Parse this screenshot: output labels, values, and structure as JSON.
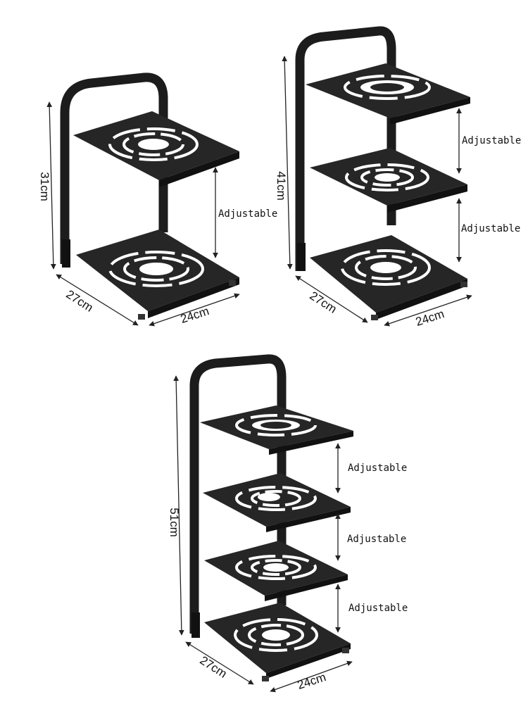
{
  "racks": [
    {
      "tiers": 2,
      "height_label": "31cm",
      "depth_label": "27cm",
      "width_label": "24cm",
      "adjustable_labels": [
        "Adjustable"
      ]
    },
    {
      "tiers": 3,
      "height_label": "41cm",
      "depth_label": "27cm",
      "width_label": "24cm",
      "adjustable_labels": [
        "Adjustable",
        "Adjustable"
      ]
    },
    {
      "tiers": 4,
      "height_label": "51cm",
      "depth_label": "27cm",
      "width_label": "24cm",
      "adjustable_labels": [
        "Adjustable",
        "Adjustable",
        "Adjustable"
      ]
    }
  ],
  "colors": {
    "metal": "#1c1c1c",
    "metal_side": "#0e0e0e",
    "arrow": "#222222",
    "background": "#ffffff"
  }
}
